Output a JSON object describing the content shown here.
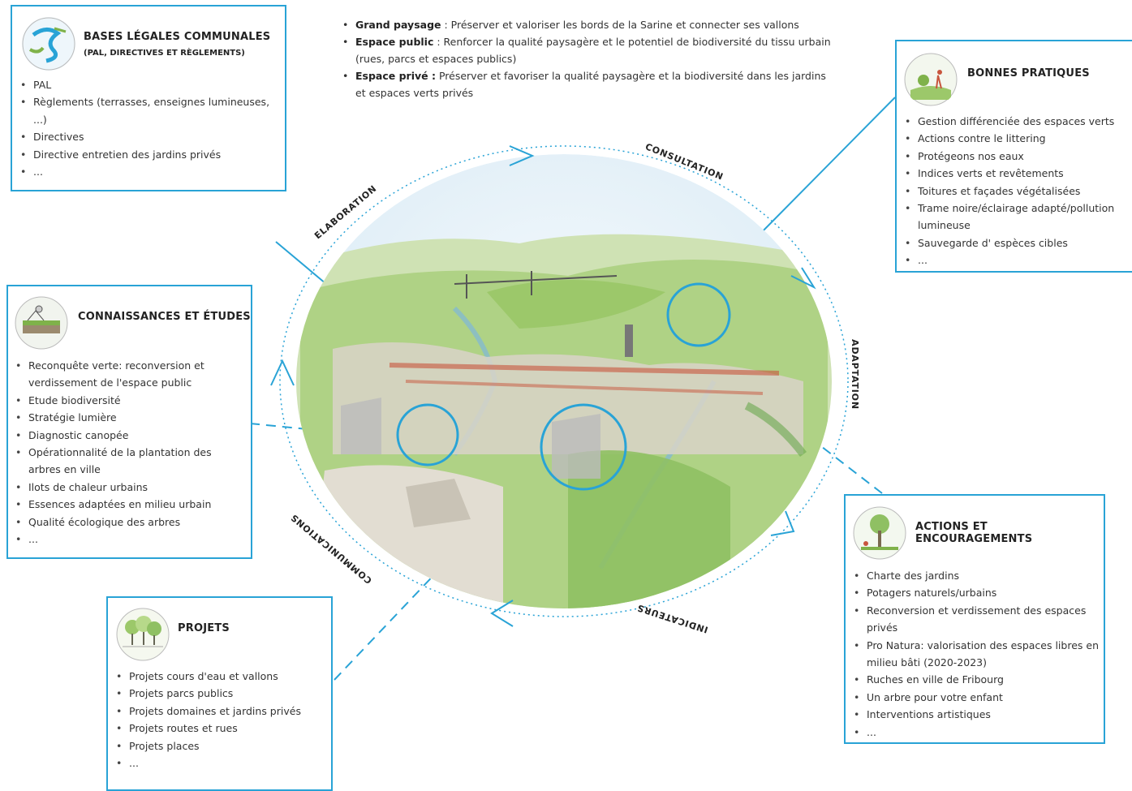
{
  "goals": [
    {
      "label": "Grand paysage",
      "text": " : Préserver et valoriser les bords de la Sarine et connecter ses vallons"
    },
    {
      "label": "Espace public",
      "text": " : Renforcer la qualité paysagère et le potentiel de biodiversité du tissu urbain (rues, parcs et espaces publics)"
    },
    {
      "label": "Espace privé :",
      "text": " Préserver et favoriser la qualité paysagère et la biodiversité dans les jardins et espaces verts privés"
    }
  ],
  "cycle": {
    "consultation": "CONSULTATION",
    "elaboration": "ELABORATION",
    "adaptation": "ADAPTATION",
    "indicateurs": "INDICATEURS",
    "communications": "COMMUNICATIONS"
  },
  "bases": {
    "title": "BASES LÉGALES COMMUNALES",
    "subtitle": "(PAL, DIRECTIVES ET RÈGLEMENTS)",
    "items": [
      "PAL",
      "Règlements (terrasses, enseignes lumineuses, ...)",
      "Directives",
      "Directive entretien des jardins privés",
      "..."
    ]
  },
  "connaissances": {
    "title": "CONNAISSANCES ET ÉTUDES",
    "items": [
      "Reconquête verte: reconversion et verdissement de l'espace public",
      "Etude biodiversité",
      "Stratégie lumière",
      "Diagnostic canopée",
      "Opérationnalité de la plantation des arbres en ville",
      "Ilots de chaleur urbains",
      "Essences adaptées en milieu urbain",
      "Qualité écologique des arbres",
      "..."
    ]
  },
  "projets": {
    "title": "PROJETS",
    "items": [
      "Projets cours d'eau et vallons",
      "Projets parcs publics",
      "Projets domaines et jardins privés",
      "Projets routes et rues",
      "Projets places",
      "..."
    ]
  },
  "bonnes": {
    "title": "BONNES PRATIQUES",
    "items": [
      "Gestion différenciée des espaces verts",
      "Actions contre le littering",
      "Protégeons nos eaux",
      "Indices verts et revêtements",
      "Toitures et façades végétalisées",
      "Trame noire/éclairage adapté/pollution lumineuse",
      "Sauvegarde d' espèces cibles",
      "..."
    ]
  },
  "actions": {
    "title": "ACTIONS ET ENCOURAGEMENTS",
    "items": [
      "Charte des jardins",
      "Potagers naturels/urbains",
      "Reconversion et verdissement des espaces privés",
      "Pro Natura: valorisation des espaces libres en milieu bâti (2020-2023)",
      "Ruches en ville de Fribourg",
      "Un arbre pour votre enfant",
      "Interventions artistiques",
      "..."
    ]
  },
  "colors": {
    "accent": "#29a3d6",
    "green": "#7fb24a",
    "red": "#c8553d",
    "sky": "#e8f3fa"
  },
  "icons": [
    "bases-legales-thumbnail",
    "connaissances-thumbnail",
    "projets-thumbnail",
    "bonnes-pratiques-thumbnail",
    "actions-thumbnail",
    "city-landscape-illustration"
  ]
}
